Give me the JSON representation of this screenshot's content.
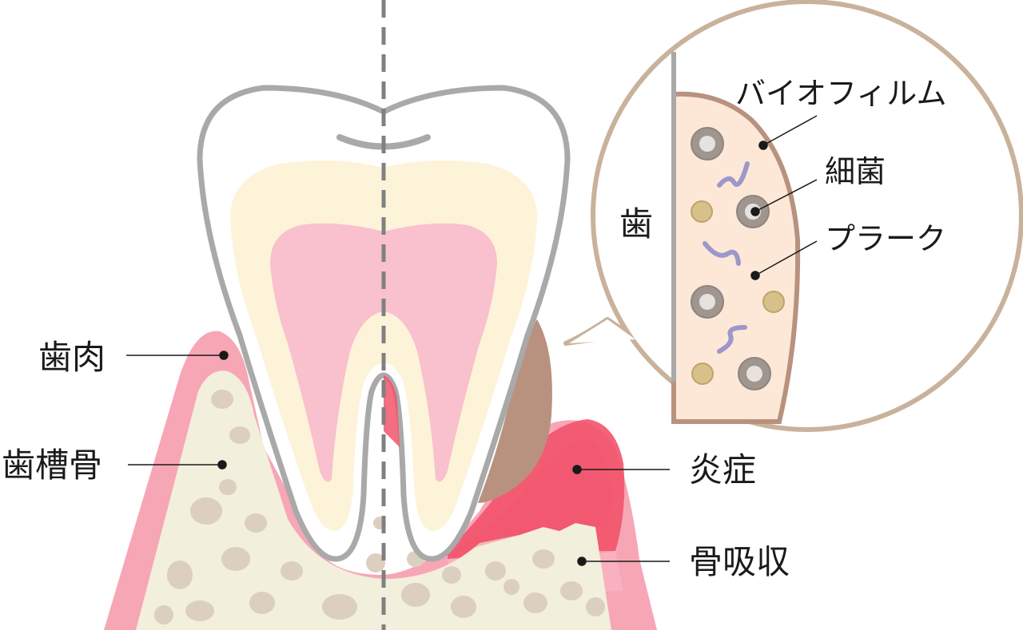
{
  "labels": {
    "gum": "歯肉",
    "alveolar_bone": "歯槽骨",
    "inflammation": "炎症",
    "bone_resorption": "骨吸収",
    "tooth_zoom": "歯",
    "biofilm": "バイオフィルム",
    "bacteria": "細菌",
    "plaque": "プラーク"
  },
  "colors": {
    "gum_pink": "#f7a6b6",
    "gum_light": "#fbd3dc",
    "inflamed_red": "#f2536b",
    "bone_fill": "#f2efdc",
    "bone_spot": "#dccfc0",
    "tooth_outline": "#a9a9a9",
    "dentin": "#fdf3d9",
    "pulp": "#f9c0cd",
    "plaque_brown": "#b8927f",
    "zoom_border": "#c9b29b",
    "bacteria_gray": "#a09690",
    "coccus_gold": "#d7c08a",
    "spirochete": "#9d98c9"
  }
}
